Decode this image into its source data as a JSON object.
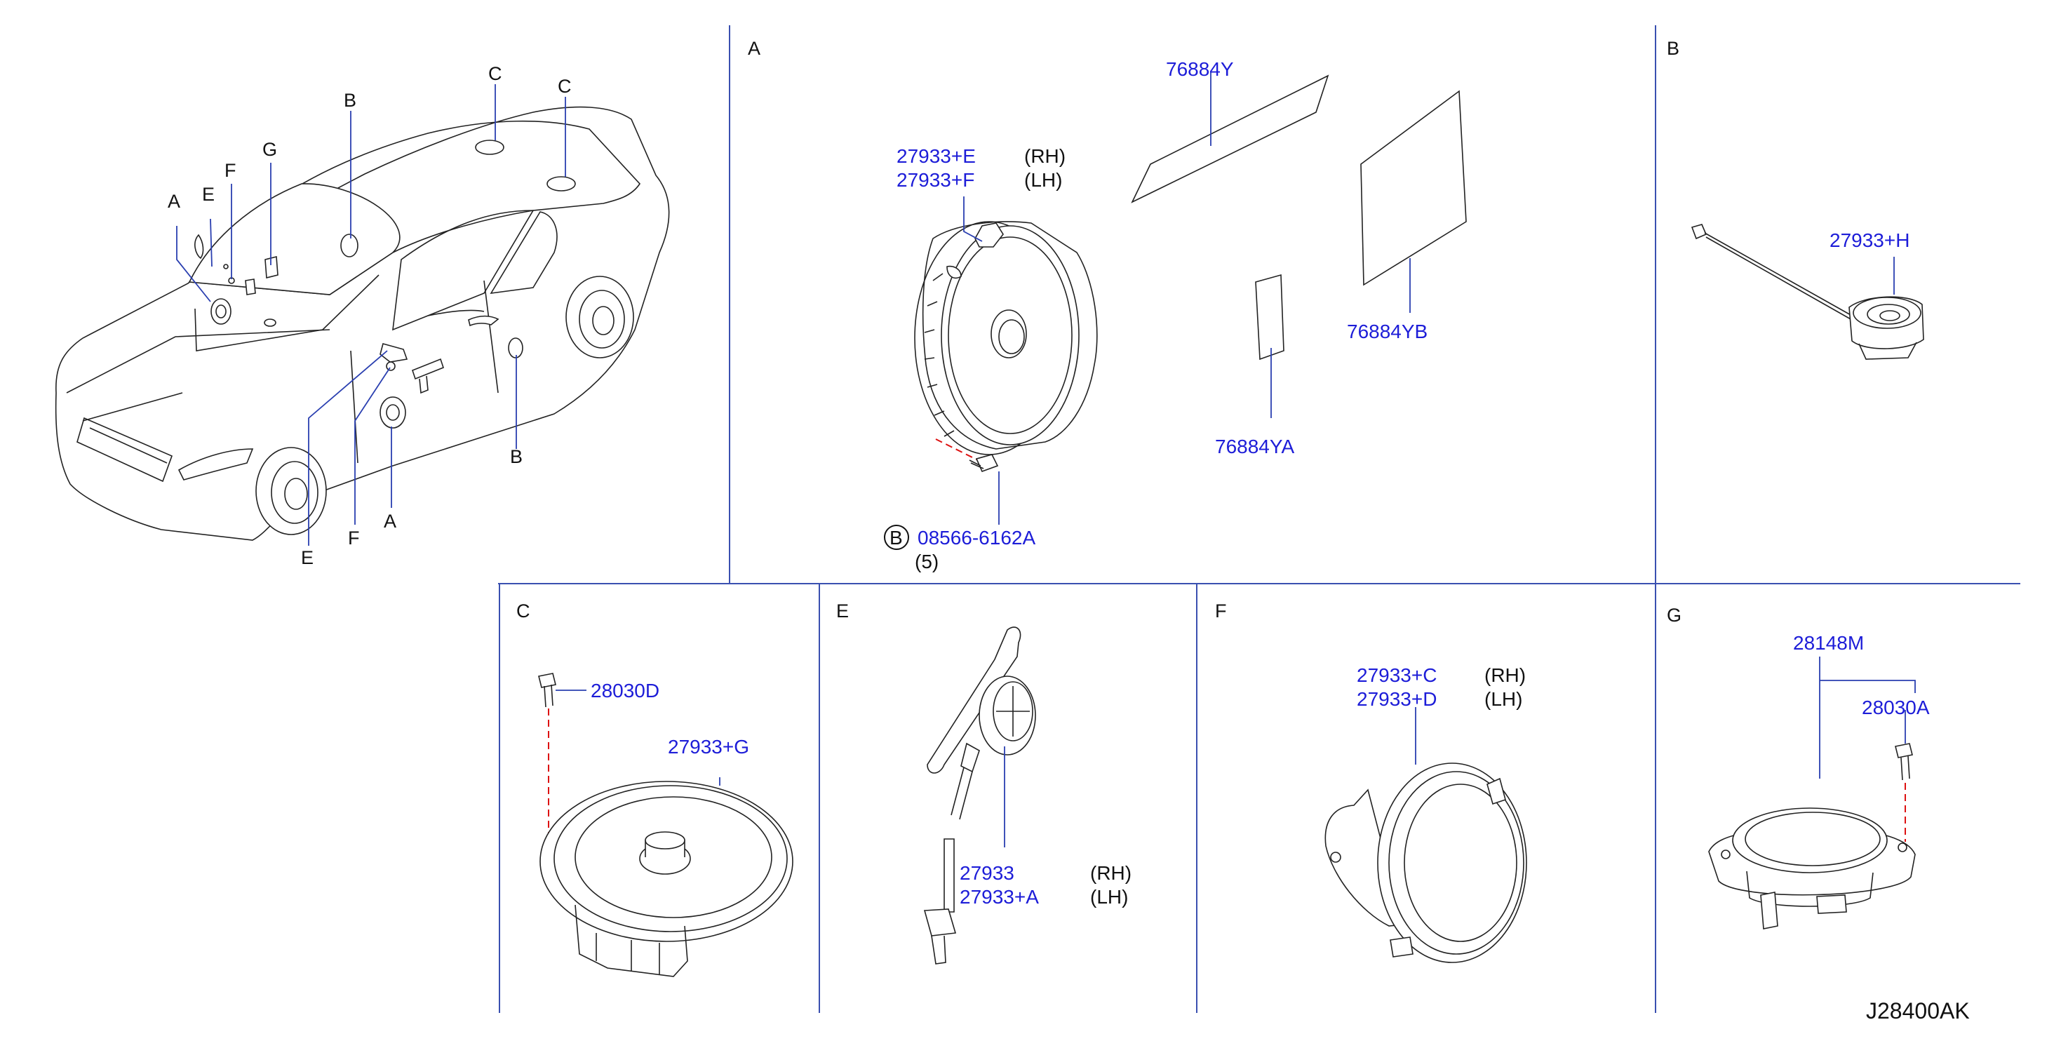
{
  "diagram_code": "J28400AK",
  "car_callouts": [
    "A",
    "E",
    "F",
    "G",
    "B",
    "C",
    "C",
    "E",
    "F",
    "A",
    "B"
  ],
  "sections": {
    "A": {
      "letter": "A",
      "front_speaker_rh_part": "27933+E",
      "front_speaker_rh_side": "(RH)",
      "front_speaker_lh_part": "27933+F",
      "front_speaker_lh_side": "(LH)",
      "insulator_1": "76884Y",
      "insulator_2": "76884YB",
      "insulator_3": "76884YA",
      "screw_ref": "B",
      "screw_part": "08566-6162A",
      "screw_qty": "(5)"
    },
    "B": {
      "letter": "B",
      "tweeter_part": "27933+H"
    },
    "C": {
      "letter": "C",
      "bolt_part": "28030D",
      "speaker_part": "27933+G"
    },
    "E": {
      "letter": "E",
      "tweeter_rh_part": "27933",
      "tweeter_rh_side": "(RH)",
      "tweeter_lh_part": "27933+A",
      "tweeter_lh_side": "(LH)"
    },
    "F": {
      "letter": "F",
      "speaker_rh_part": "27933+C",
      "speaker_rh_side": "(RH)",
      "speaker_lh_part": "27933+D",
      "speaker_lh_side": "(LH)"
    },
    "G": {
      "letter": "G",
      "bracket_part": "28148M",
      "bolt_part": "28030A"
    }
  }
}
